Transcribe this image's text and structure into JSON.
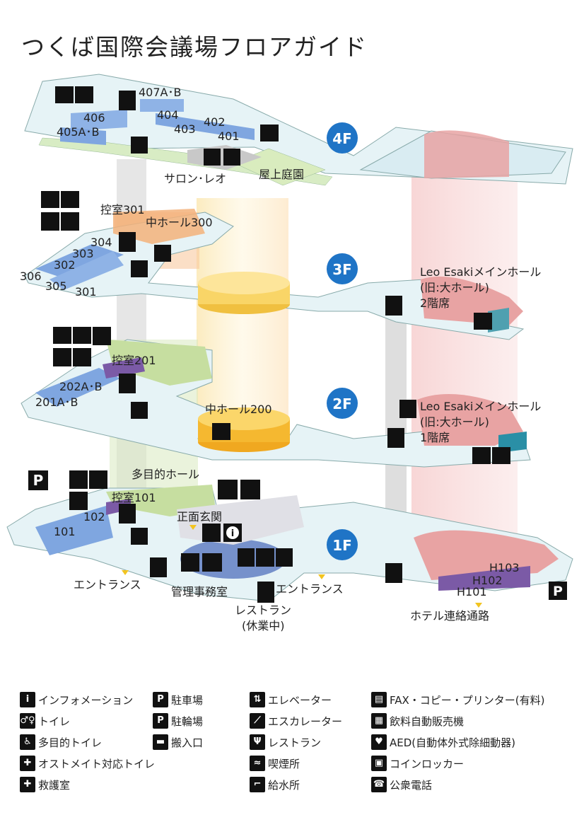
{
  "title": "つくば国際会議場フロアガイド",
  "floors": {
    "f4": {
      "badge": "4F"
    },
    "f3": {
      "badge": "3F"
    },
    "f2": {
      "badge": "2F"
    },
    "f1": {
      "badge": "1F"
    }
  },
  "labels": {
    "r407": "407A･B",
    "r406": "406",
    "r405": "405A･B",
    "r404": "404",
    "r403": "403",
    "r402": "402",
    "r401": "401",
    "salon": "サロン･レオ",
    "garden": "屋上庭園",
    "ctrl301": "控室301",
    "hall300": "中ホール300",
    "r304": "304",
    "r303": "303",
    "r302": "302",
    "r306": "306",
    "r305": "305",
    "r301": "301",
    "main3_l1": "Leo Esakiメインホール",
    "main3_l2": "(旧:大ホール)",
    "main3_l3": "2階席",
    "ctrl201": "控室201",
    "r202": "202A･B",
    "r201": "201A･B",
    "hall200": "中ホール200",
    "main2_l1": "Leo Esakiメインホール",
    "main2_l2": "(旧:大ホール)",
    "main2_l3": "1階席",
    "multi": "多目的ホール",
    "ctrl101": "控室101",
    "r102": "102",
    "r101": "101",
    "entrance_main": "正面玄関",
    "entrance_w": "エントランス",
    "entrance_c": "エントランス",
    "office": "管理事務室",
    "rest_l1": "レストラン",
    "rest_l2": "(休業中)",
    "h103": "H103",
    "h102": "H102",
    "h101": "H101",
    "hotel": "ホテル連絡通路"
  },
  "icons": {
    "parking": "P",
    "info": "i",
    "aed": "AED"
  },
  "legend": [
    {
      "icon": "info-icon",
      "glyph": "i",
      "label": "インフォメーション"
    },
    {
      "icon": "parking-icon",
      "glyph": "P",
      "label": "駐車場"
    },
    {
      "icon": "elevator-icon",
      "glyph": "⇅",
      "label": "エレベーター"
    },
    {
      "icon": "fax-copy-icon",
      "glyph": "▤",
      "label": "FAX・コピー・プリンター(有料)"
    },
    {
      "icon": "toilet-icon",
      "glyph": "♂♀",
      "label": "トイレ"
    },
    {
      "icon": "bicycle-parking-icon",
      "glyph": "P",
      "label": "駐輪場"
    },
    {
      "icon": "escalator-icon",
      "glyph": "⟋",
      "label": "エスカレーター"
    },
    {
      "icon": "vending-machine-icon",
      "glyph": "▦",
      "label": "飲料自動販売機"
    },
    {
      "icon": "accessible-toilet-icon",
      "glyph": "♿",
      "label": "多目的トイレ"
    },
    {
      "icon": "loading-entrance-icon",
      "glyph": "▬",
      "label": "搬入口"
    },
    {
      "icon": "restaurant-icon",
      "glyph": "Ψ",
      "label": "レストラン"
    },
    {
      "icon": "aed-icon",
      "glyph": "♥",
      "label": "AED(自動体外式除細動器)"
    },
    {
      "icon": "ostomate-toilet-icon",
      "glyph": "✚",
      "label": "オストメイト対応トイレ"
    },
    {
      "icon": "smoking-icon",
      "glyph": "≈",
      "label": "喫煙所"
    },
    {
      "icon": "coin-locker-icon",
      "glyph": "▣",
      "label": "コインロッカー"
    },
    {
      "icon": "first-aid-icon",
      "glyph": "✚",
      "label": "救護室"
    },
    {
      "icon": "water-fountain-icon",
      "glyph": "⌐",
      "label": "給水所"
    },
    {
      "icon": "public-phone-icon",
      "glyph": "☎",
      "label": "公衆電話"
    }
  ],
  "colors": {
    "room_blue": "#7fa6e0",
    "room_green": "#c6dea0",
    "room_purple": "#7b5aa6",
    "main_hall_pink": "#e8a3a3",
    "hall_yellow": "#f5c24a",
    "hall300_orange": "#f3b27a",
    "floor_badge": "#1f74c6",
    "floor_plate": "#e5f2f5"
  }
}
